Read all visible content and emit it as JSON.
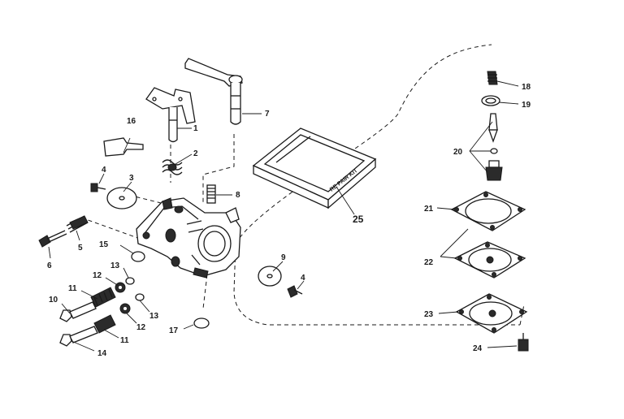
{
  "parts": {
    "p1": "1",
    "p2": "2",
    "p3": "3",
    "p4a": "4",
    "p4b": "4",
    "p5": "5",
    "p6": "6",
    "p7": "7",
    "p8": "8",
    "p9": "9",
    "p10": "10",
    "p11a": "11",
    "p11b": "11",
    "p12a": "12",
    "p12b": "12",
    "p13a": "13",
    "p13b": "13",
    "p14": "14",
    "p15": "15",
    "p16": "16",
    "p17": "17",
    "p18": "18",
    "p19": "19",
    "p20": "20",
    "p21": "21",
    "p22": "22",
    "p23": "23",
    "p24": "24",
    "p25": "25"
  },
  "repair_kit_label": "RE PAIR KIT"
}
